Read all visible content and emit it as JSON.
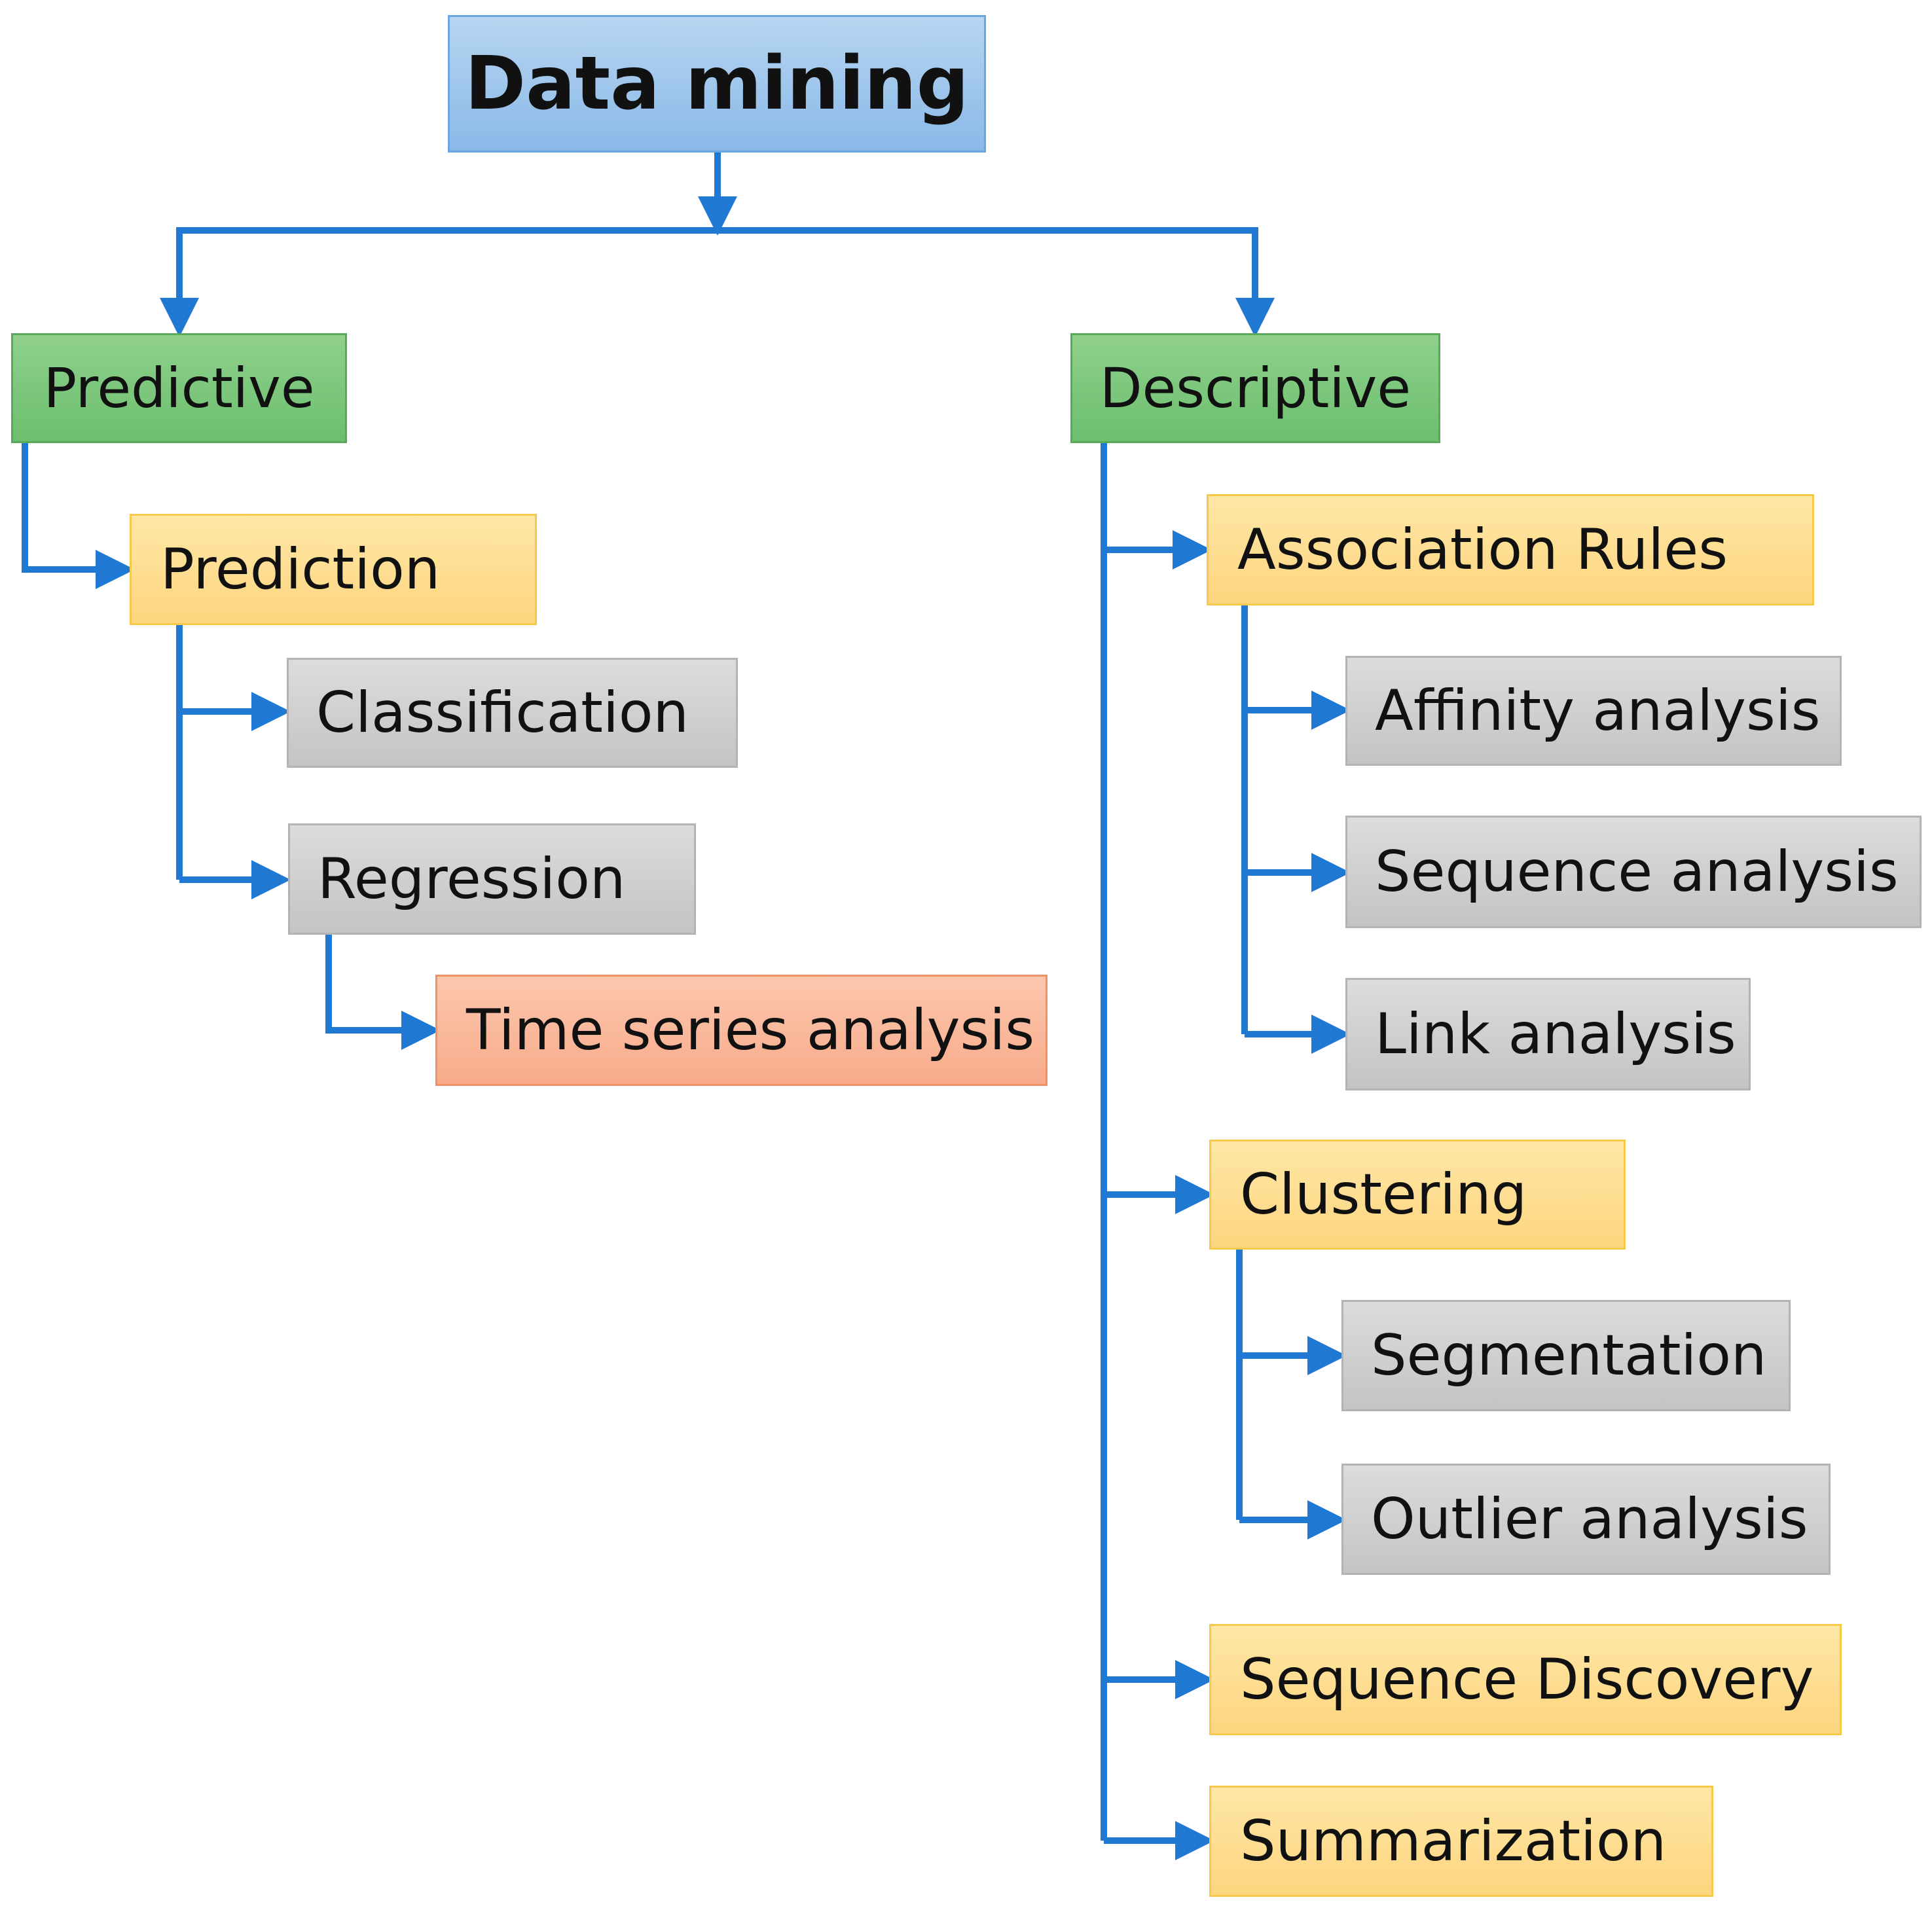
{
  "diagram": {
    "root": {
      "label": "Data mining"
    },
    "predictive": {
      "label": "Predictive",
      "prediction": {
        "label": "Prediction",
        "classification": "Classification",
        "regression": "Regression",
        "time_series": "Time series analysis"
      }
    },
    "descriptive": {
      "label": "Descriptive",
      "association_rules": {
        "label": "Association Rules",
        "affinity": "Affinity analysis",
        "sequence": "Sequence analysis",
        "link": "Link analysis"
      },
      "clustering": {
        "label": "Clustering",
        "segmentation": "Segmentation",
        "outlier": "Outlier analysis"
      },
      "sequence_discovery": "Sequence Discovery",
      "summarization": "Summarization"
    }
  },
  "colors": {
    "connector": "#1f78d1",
    "root_fill": "#9dc3ea",
    "category_fill": "#7dc67f",
    "technique_fill": "#fedd8e",
    "method_fill": "#d0d0d0",
    "submethod_fill": "#f9b99c"
  }
}
